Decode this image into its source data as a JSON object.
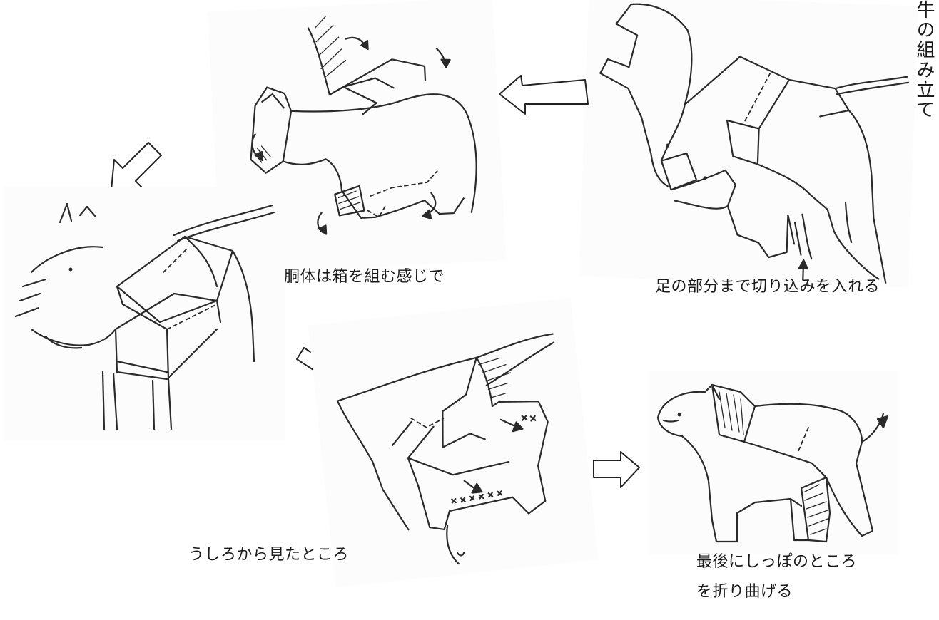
{
  "title": "牛の組み立て",
  "captions": {
    "cut_legs": "足の部分まで切り込みを入れる",
    "body_box": "胴体は箱を組む感じで",
    "rear_view": "うしろから見たところ",
    "fold_tail_line1": "最後にしっぽのところ",
    "fold_tail_line2": "を折り曲げる"
  },
  "steps": [
    {
      "id": "step-1",
      "caption_key": "cut_legs"
    },
    {
      "id": "step-2",
      "caption_key": "body_box"
    },
    {
      "id": "step-3",
      "caption_key": ""
    },
    {
      "id": "step-4",
      "caption_key": "rear_view"
    },
    {
      "id": "step-5",
      "caption_key": "fold_tail"
    }
  ],
  "icons": [
    "hollow-arrow-left-icon",
    "hollow-arrow-down-left-icon",
    "hollow-arrow-down-right-icon",
    "hollow-arrow-right-icon"
  ],
  "colors": {
    "ink": "#2a2a2a",
    "paper": "#ffffff"
  }
}
